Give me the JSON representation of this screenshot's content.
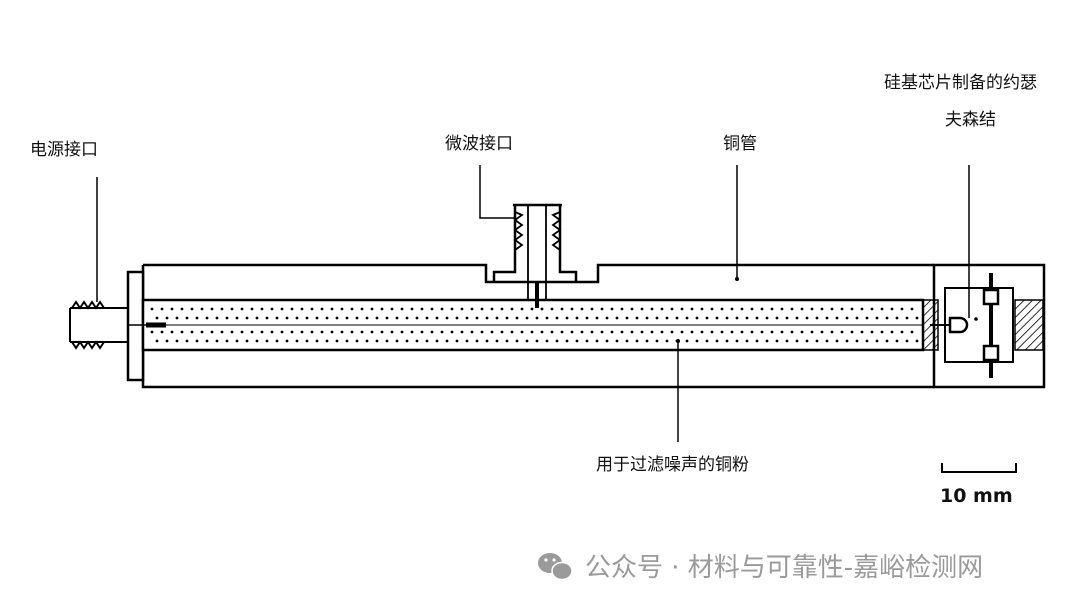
{
  "labels": {
    "power_port": "电源接口",
    "microwave_port": "微波接口",
    "copper_tube": "铜管",
    "josephson_line1": "硅基芯片制备的约瑟",
    "josephson_line2": "夫森结",
    "copper_powder": "用于过滤噪声的铜粉"
  },
  "scale_bar": {
    "label": "10 mm"
  },
  "watermark": {
    "text": "公众号 · 材料与可靠性-嘉峪检测网",
    "icon": "wechat-icon"
  },
  "colors": {
    "line": "#000000",
    "watermark": "#9a9a9a"
  }
}
